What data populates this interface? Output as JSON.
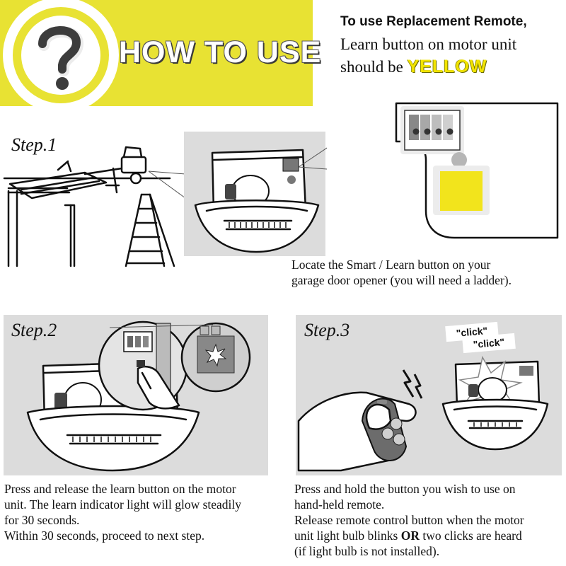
{
  "header": {
    "banner_title": "HOW TO USE",
    "instruction_line1": "To use Replacement Remote,",
    "instruction_line2": "Learn button on motor unit",
    "instruction_line3_prefix": "should be ",
    "instruction_highlight": "YELLOW"
  },
  "steps": [
    {
      "label": "Step.1",
      "description_lines": [
        "Locate the Smart / Learn button on your",
        "garage door opener (you will need a ladder)."
      ]
    },
    {
      "label": "Step.2",
      "description_lines": [
        "Press and release the learn button on the motor",
        "unit. The learn indicator light will glow steadily",
        "for 30 seconds.",
        "Within 30 seconds, proceed to next step."
      ]
    },
    {
      "label": "Step.3",
      "click_labels": [
        "\"click\"",
        "\"click\""
      ],
      "description_parts": [
        "Press and hold the button you wish to use on",
        "hand-held remote.",
        "Release remote control button when the motor",
        "unit light bulb blinks ",
        "OR",
        " two clicks are heard",
        "(if light bulb is not installed)."
      ]
    }
  ],
  "colors": {
    "banner_yellow": "#e8e233",
    "learn_button_yellow": "#f2e41c",
    "panel_gray": "#dcdcdc"
  },
  "icons": [
    "question-mark-icon",
    "lightning-icon",
    "starburst-icon"
  ]
}
